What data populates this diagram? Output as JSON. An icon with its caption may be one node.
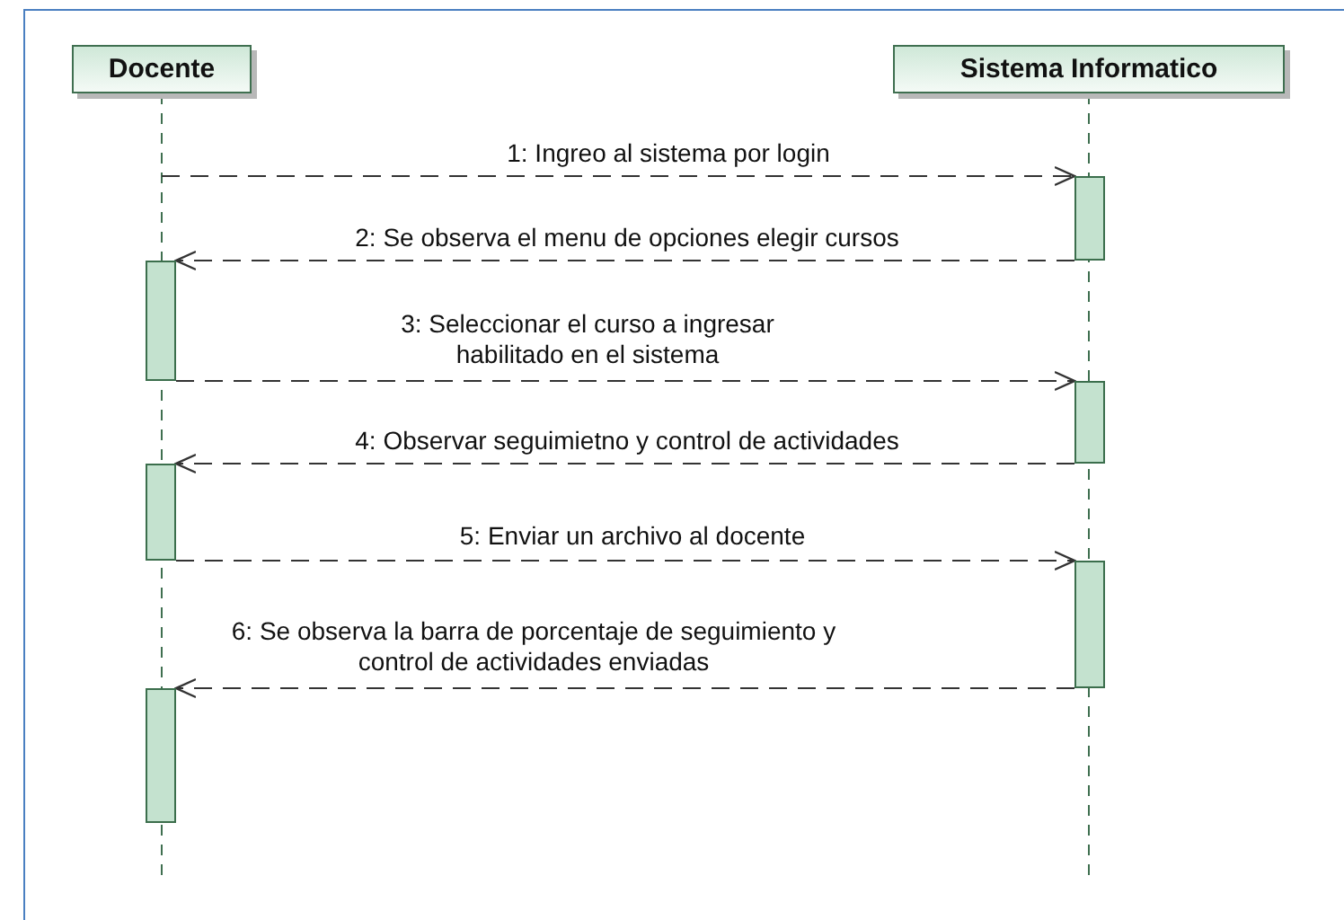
{
  "diagram": {
    "nodes": [
      {
        "text": [
          "Docente"
        ]
      },
      {
        "text": [
          "Sistema Informatico"
        ]
      },
      {
        "text": [],
        "shape": "bar"
      },
      {
        "text": [],
        "shape": "bar"
      },
      {
        "text": [],
        "shape": "bar"
      },
      {
        "text": [],
        "shape": "bar"
      },
      {
        "text": [],
        "shape": "bar"
      },
      {
        "text": [],
        "shape": "bar"
      }
    ],
    "edges": [
      {
        "from": 0,
        "to": 2,
        "arrow": "to",
        "style": "dashed",
        "label": "1: Ingreo al sistema por login"
      },
      {
        "from": 2,
        "to": 3,
        "arrow": "to",
        "style": "dashed",
        "label": "2: Se observa el menu de opciones elegir cursos"
      },
      {
        "from": 3,
        "to": 4,
        "arrow": "to",
        "style": "dashed",
        "label": "3: Seleccionar el curso a ingresar habilitado en el sistema"
      },
      {
        "from": 4,
        "to": 5,
        "arrow": "to",
        "style": "dashed",
        "label": "4: Observar seguimietno y control de actividades"
      },
      {
        "from": 5,
        "to": 6,
        "arrow": "to",
        "style": "dashed",
        "label": "5: Enviar un archivo al docente"
      },
      {
        "from": 6,
        "to": 7,
        "arrow": "to",
        "style": "dashed",
        "label": "6: Se observa la barra de porcentaje de seguimiento y control de actividades enviadas"
      }
    ]
  }
}
